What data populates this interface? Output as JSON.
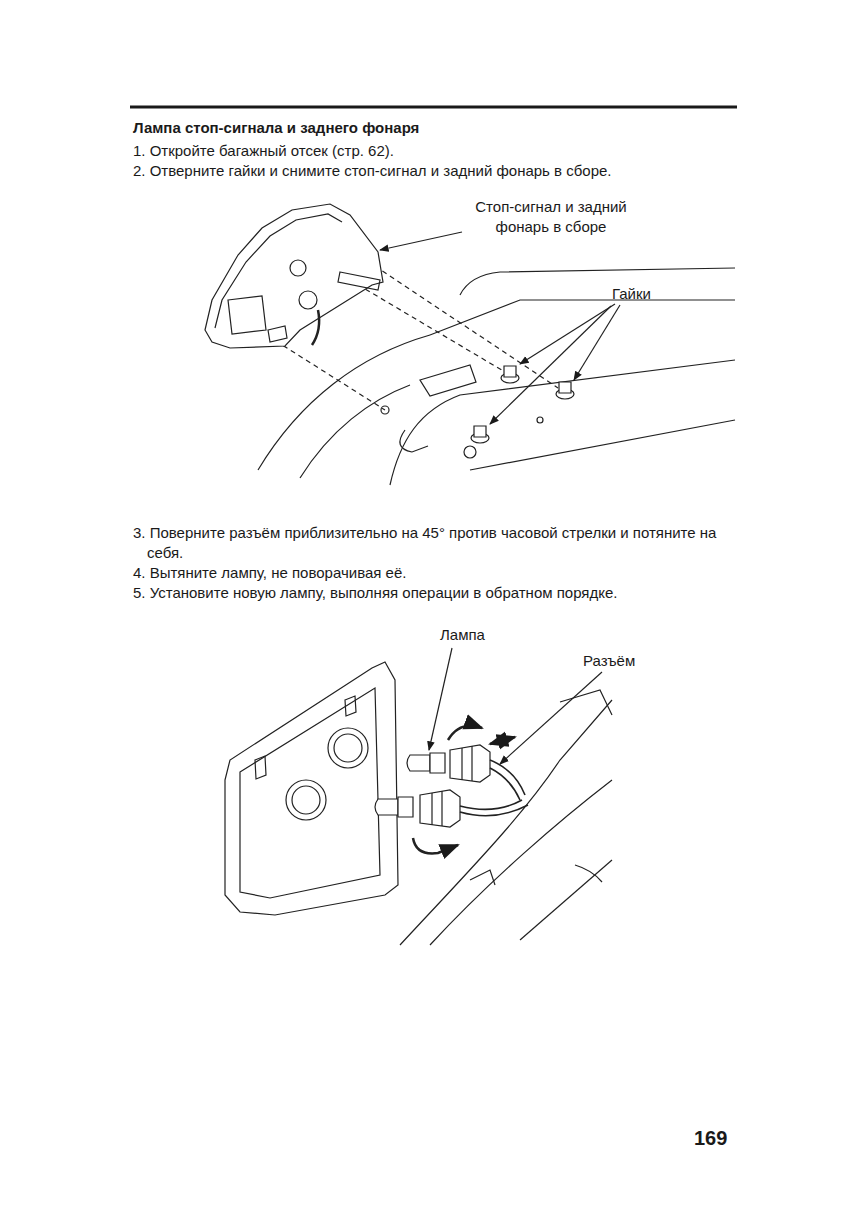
{
  "diagram": {
    "title": "Лампа стоп-сигнала и заднего фонаря",
    "labels": [
      "1. Откройте багажный отсек (стр. 62).",
      "2. Отверните гайки и снимите стоп-сигнал и задний фонарь в сборе.",
      "Стоп-сигнал и задний фонарь в сборе",
      "Гайки",
      "3. Поверните разъём приблизительно на 45° против часовой стрелки и потяните на себя.",
      "4. Вытяните лампу, не поворачивая её.",
      "5. Установите новую лампу, выполняя операции в обратном порядке.",
      "Лампа",
      "Разъём",
      "169"
    ]
  }
}
